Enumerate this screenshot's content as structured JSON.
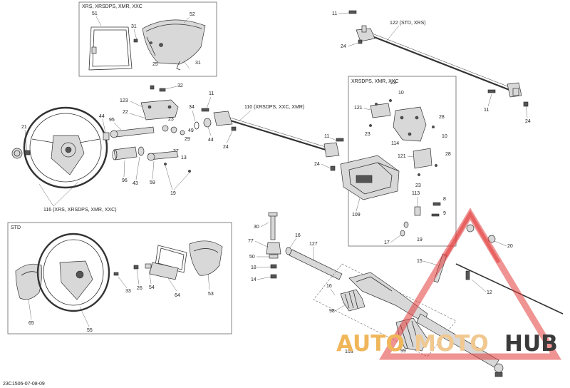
{
  "diagram_id": "23C1506-07-08-09",
  "boxes": {
    "top_left": "XRS, XRSDPS, XMR, XXC",
    "right": "XRSDPS, XMR, XXC",
    "std": "STD"
  },
  "group_labels": {
    "steering_wheel_variants": "116 (XRS, XRSDPS, XMR, XXC)",
    "shaft_110": "110 (XRSDPS, XXC, XMR)",
    "shaft_122": "122 (STD, XRS)"
  },
  "callouts": {
    "c51": "51",
    "c52": "52",
    "c31a": "31",
    "c31b": "31",
    "c25": "25",
    "c11a": "11",
    "c24a": "24",
    "c11b": "11",
    "c24b": "24",
    "c32": "32",
    "c123": "123",
    "c22": "22",
    "c95": "95",
    "c44a": "44",
    "c21": "21",
    "c23a": "23",
    "c34": "34",
    "c49": "49",
    "c29": "29",
    "c37": "37",
    "c13": "13",
    "c11c": "11",
    "c44b": "44",
    "c24c": "24",
    "c96": "96",
    "c43": "43",
    "c59": "59",
    "c19a": "19",
    "c23b": "23",
    "c10a": "10",
    "c121a": "121",
    "c23c": "23",
    "c114": "114",
    "c28a": "28",
    "c10b": "10",
    "c121b": "121",
    "c28b": "28",
    "c23d": "23",
    "c11d": "11",
    "c24d": "24",
    "c109": "109",
    "c113": "113",
    "c8": "8",
    "c9": "9",
    "c17": "17",
    "c19b": "19",
    "c30": "30",
    "c77": "77",
    "c16a": "16",
    "c127": "127",
    "c50": "50",
    "c18": "18",
    "c14": "14",
    "c20": "20",
    "c15": "15",
    "c12": "12",
    "c16b": "16",
    "c98": "98",
    "c103": "103",
    "c99": "99",
    "c33": "33",
    "c26": "26",
    "c54": "54",
    "c64": "64",
    "c53": "53",
    "c65": "65",
    "c55": "55"
  },
  "watermark": {
    "text_auto": "AUTO",
    "text_moto": "MOTO",
    "text_hub": "HUB",
    "color_red": "#e23a3a",
    "color_orange": "#f0b65a",
    "color_dark": "#3a3a3a"
  }
}
